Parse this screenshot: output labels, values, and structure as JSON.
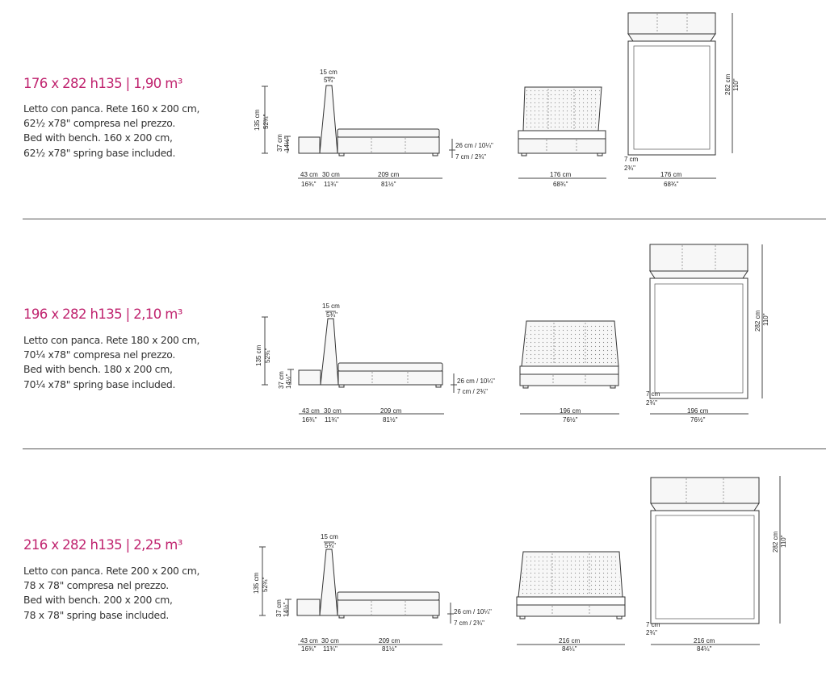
{
  "colors": {
    "title": "#c0246f",
    "separator": "#555555"
  },
  "variants": [
    {
      "title": "176 x 282 h135  |  1,90 m³",
      "description": [
        "Letto con panca. Rete 160  x 200 cm,",
        "62½ x78\" compresa nel prezzo.",
        "Bed with bench. 160 x 200 cm,",
        "62½ x78\" spring base included."
      ],
      "side": {
        "headboard_top": "15 cm",
        "headboard_top_in": "5¾\"",
        "height": "135 cm",
        "height_in": "52¾\"",
        "bench_h": "37 cm",
        "bench_h_in": "14½\"",
        "bench_depth": "43 cm",
        "bench_depth_in": "16¾\"",
        "head_depth": "30 cm",
        "head_depth_in": "11¾\"",
        "bed_length": "209 cm",
        "bed_length_in": "81½\"",
        "mattress_h": "26 cm / 10¼\"",
        "leg_h": "7 cm / 2¾\""
      },
      "front": {
        "width": "176 cm",
        "width_in": "68¾\""
      },
      "top": {
        "length": "282 cm",
        "length_in": "110\"",
        "margin": "7 cm",
        "margin_in": "2¾\"",
        "width": "176 cm",
        "width_in": "68¾\""
      }
    },
    {
      "title": "196 x 282 h135  |  2,10 m³",
      "description": [
        "Letto con panca. Rete 180 x 200 cm,",
        "70¼ x78\" compresa nel prezzo.",
        "Bed with bench. 180 x 200 cm,",
        "70¼ x78\" spring base included."
      ],
      "side": {
        "headboard_top": "15 cm",
        "headboard_top_in": "5¾\"",
        "height": "135 cm",
        "height_in": "52¾\"",
        "bench_h": "37 cm",
        "bench_h_in": "14½\"",
        "bench_depth": "43 cm",
        "bench_depth_in": "16¾\"",
        "head_depth": "30 cm",
        "head_depth_in": "11¾\"",
        "bed_length": "209 cm",
        "bed_length_in": "81½\"",
        "mattress_h": "26 cm / 10¼\"",
        "leg_h": "7 cm / 2¾\""
      },
      "front": {
        "width": "196 cm",
        "width_in": "76½\""
      },
      "top": {
        "length": "282 cm",
        "length_in": "110\"",
        "margin": "7 cm",
        "margin_in": "2¾\"",
        "width": "196 cm",
        "width_in": "76½\""
      }
    },
    {
      "title": "216 x 282 h135  |  2,25 m³",
      "description": [
        "Letto con panca. Rete 200 x 200 cm,",
        "78 x 78\" compresa nel prezzo.",
        "Bed with bench. 200 x 200 cm,",
        "78 x 78\" spring base included."
      ],
      "side": {
        "headboard_top": "15 cm",
        "headboard_top_in": "5¾\"",
        "height": "135 cm",
        "height_in": "52¾\"",
        "bench_h": "37 cm",
        "bench_h_in": "14½\"",
        "bench_depth": "43 cm",
        "bench_depth_in": "16¾\"",
        "head_depth": "30 cm",
        "head_depth_in": "11¾\"",
        "bed_length": "209 cm",
        "bed_length_in": "81½\"",
        "mattress_h": "26 cm / 10¼\"",
        "leg_h": "7 cm / 2¾\""
      },
      "front": {
        "width": "216 cm",
        "width_in": "84¼\""
      },
      "top": {
        "length": "282 cm",
        "length_in": "110\"",
        "margin": "7 cm",
        "margin_in": "2¾\"",
        "width": "216 cm",
        "width_in": "84¼\""
      }
    }
  ]
}
